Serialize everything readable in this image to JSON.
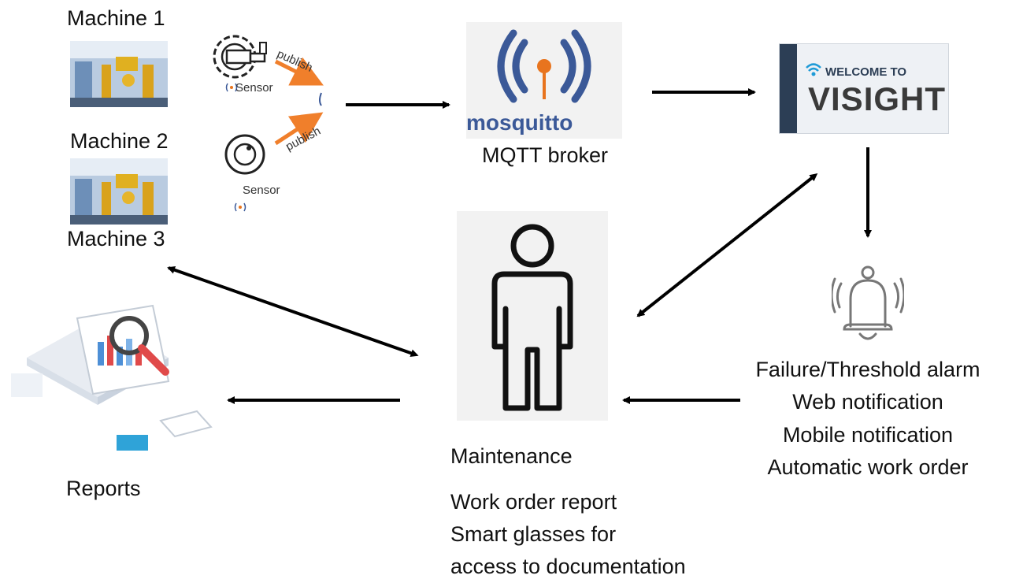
{
  "machines": [
    {
      "label": "Machine 1"
    },
    {
      "label": "Machine 2"
    },
    {
      "label": "Machine 3"
    }
  ],
  "sensors": {
    "sensor_label_1": "Sensor",
    "sensor_label_2": "Sensor",
    "publish_1": "publish",
    "publish_2": "publish"
  },
  "broker": {
    "logo_text": "mosquitto",
    "label": "MQTT broker"
  },
  "visight": {
    "line1": "WELCOME TO",
    "line2": "VISIGHT"
  },
  "alarm": {
    "lines": [
      "Failure/Threshold alarm",
      "Web notification",
      "Mobile notification",
      "Automatic work order"
    ]
  },
  "maintenance": {
    "title": "Maintenance",
    "lines": [
      "Work order report",
      "Smart glasses for",
      "access to documentation"
    ]
  },
  "reports": {
    "label": "Reports"
  },
  "colors": {
    "arrow": "#000000",
    "publish_arrow": "#f07f2b",
    "mosquitto_blue": "#3b5998",
    "mosquitto_orange": "#e8741e",
    "visight_blue": "#1f4e8c"
  }
}
